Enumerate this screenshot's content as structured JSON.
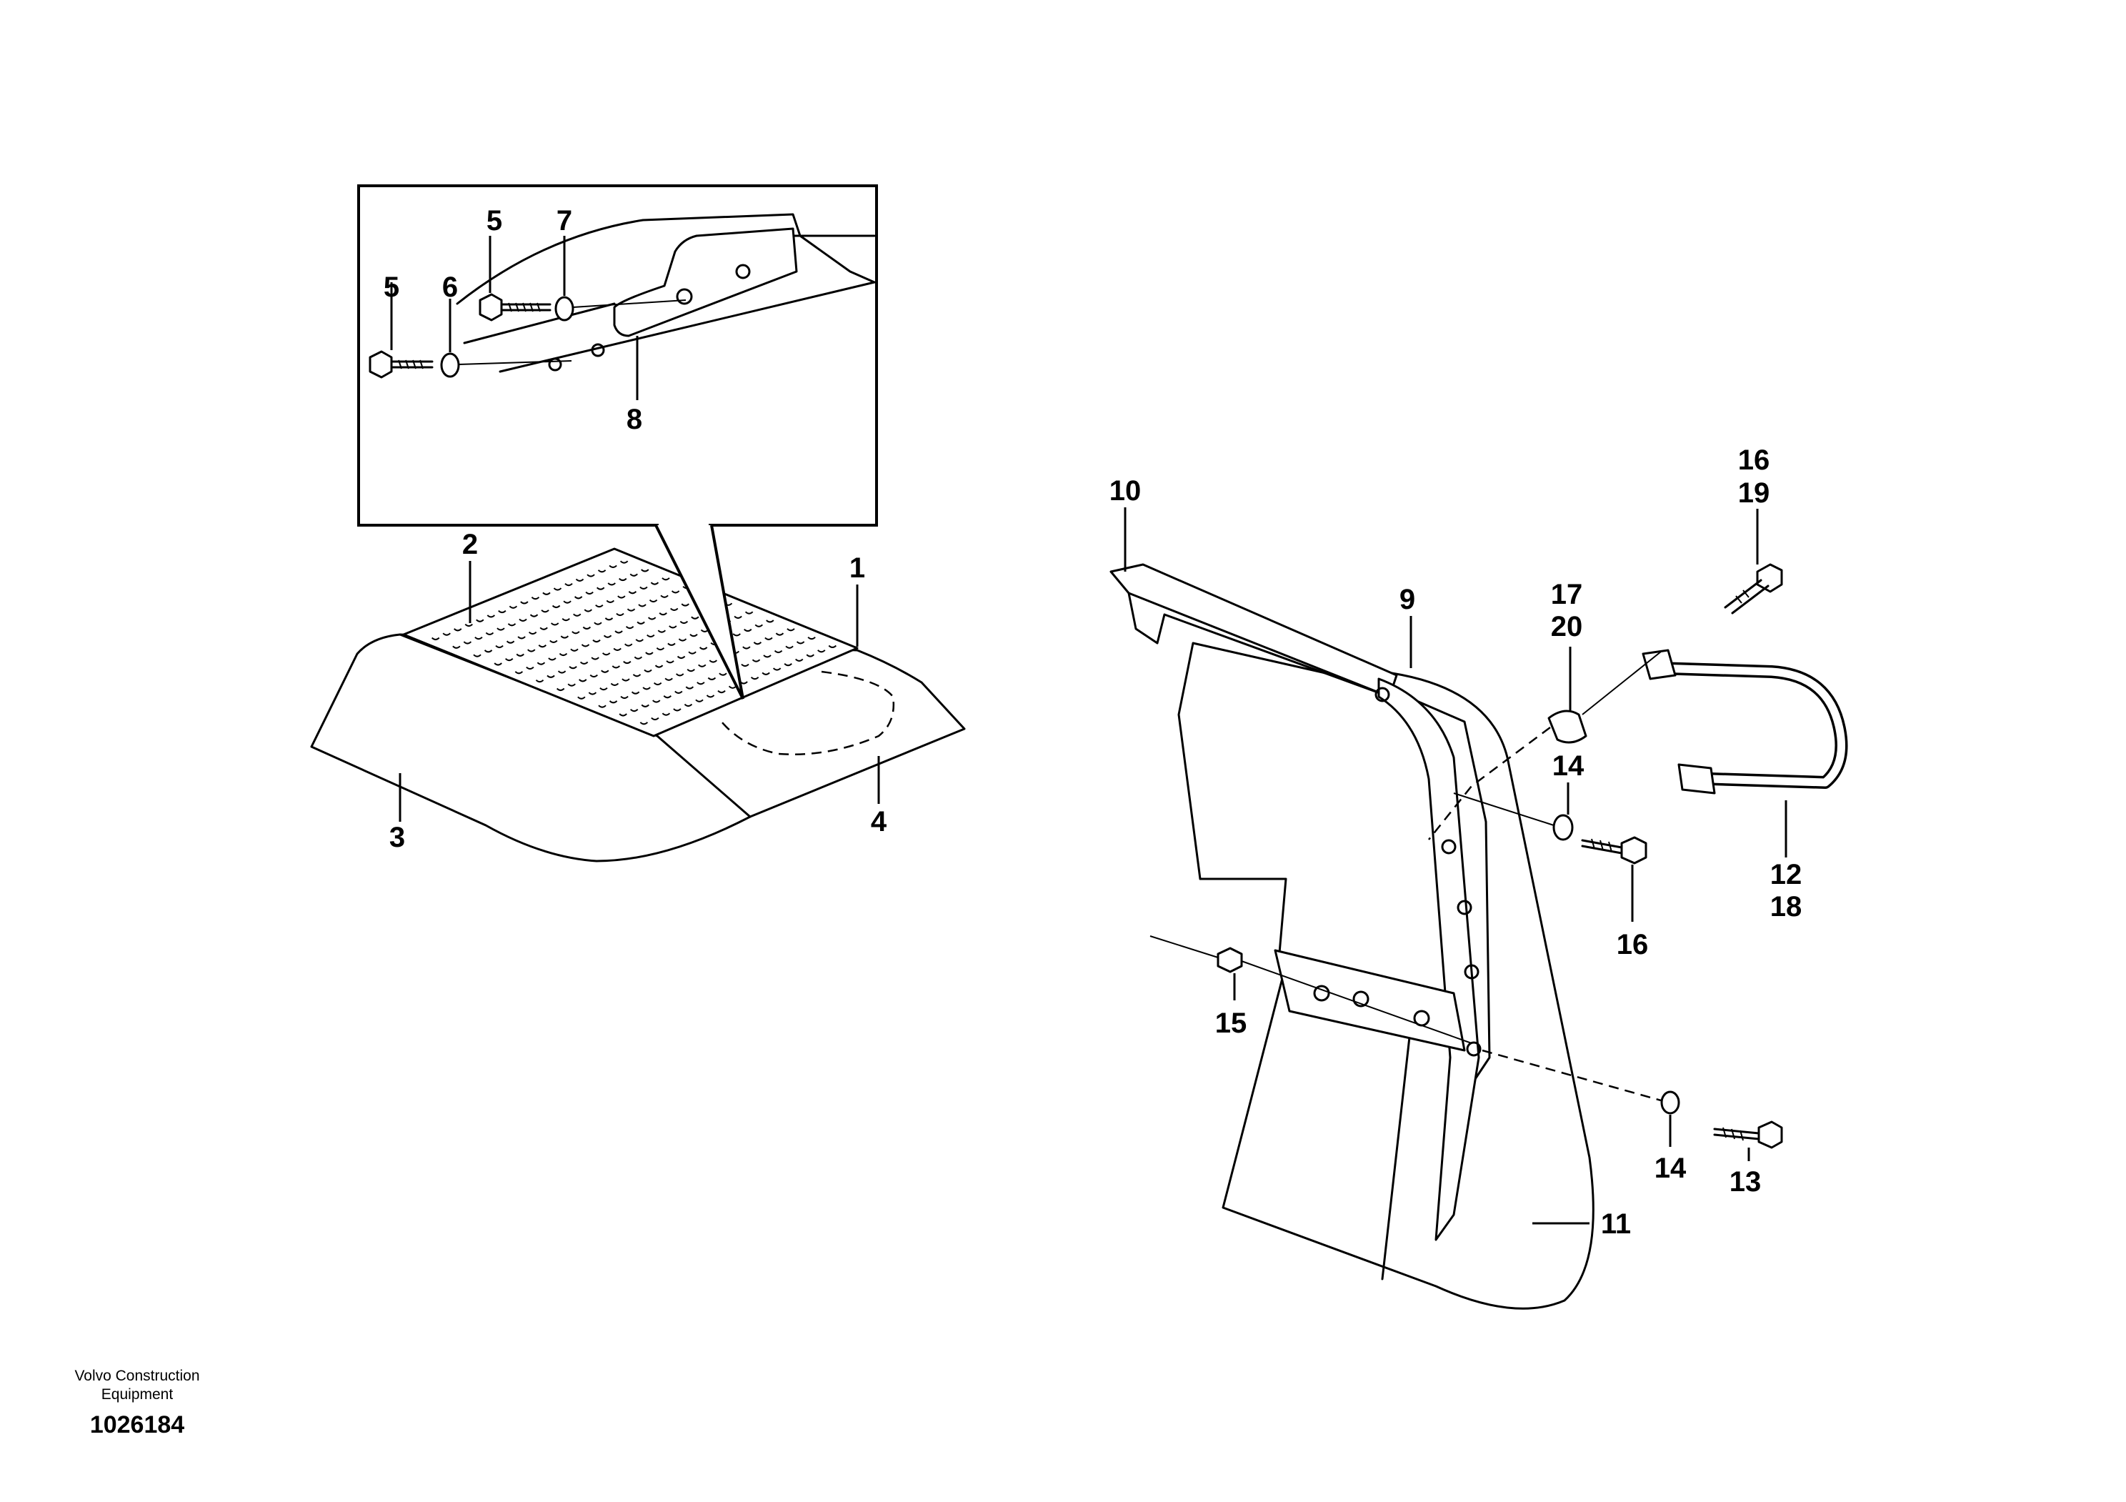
{
  "callouts": {
    "c1": "1",
    "c2": "2",
    "c3": "3",
    "c4": "4",
    "c5a": "5",
    "c5b": "5",
    "c6": "6",
    "c7": "7",
    "c8": "8",
    "c9": "9",
    "c10": "10",
    "c11": "11",
    "c12": "12",
    "c18": "18",
    "c13": "13",
    "c14a": "14",
    "c14b": "14",
    "c15": "15",
    "c16a": "16",
    "c19": "19",
    "c16b": "16",
    "c17": "17",
    "c20": "20"
  },
  "footer": {
    "line1": "Volvo Construction",
    "line2": "Equipment",
    "drawing_id": "1026184"
  }
}
